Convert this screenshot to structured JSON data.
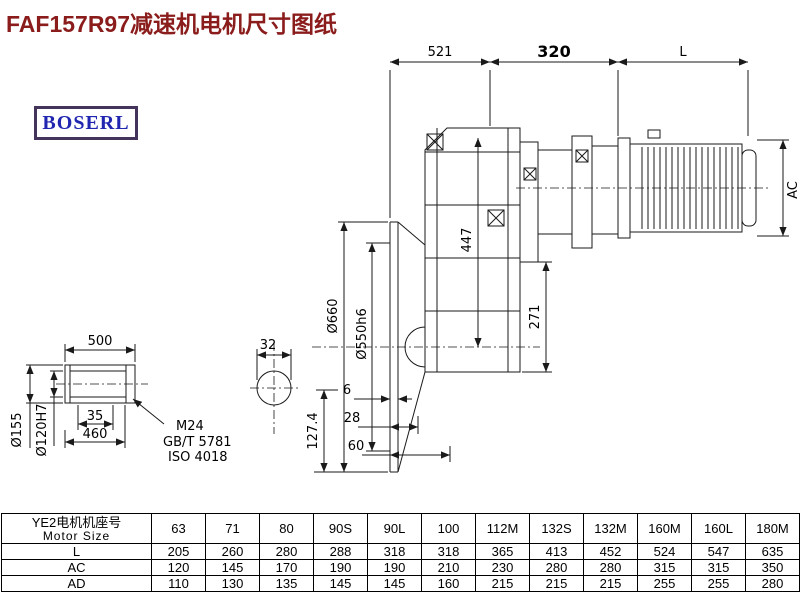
{
  "page": {
    "title": "FAF157R97减速机电机尺寸图纸",
    "logo_text": "BOSERL"
  },
  "dims": {
    "top_521": "521",
    "top_320": "320",
    "top_L": "L",
    "right_AC": "AC",
    "flange_od": "Ø660",
    "spigot_od": "Ø550h6",
    "height_447": "447",
    "height_271": "271",
    "depth_127_4": "127.4",
    "step_6": "6",
    "step_28": "28",
    "step_60": "60",
    "shaft_len_500": "500",
    "shaft_35": "35",
    "shaft_460": "460",
    "shaft_od": "Ø155",
    "shaft_bore": "Ø120H7",
    "shaft_sec_32": "32",
    "thread": "M24",
    "std_gb": "GB/T 5781",
    "std_iso": "ISO 4018"
  },
  "table": {
    "header": {
      "line1": "YE2电机机座号",
      "line2": "Motor Size"
    },
    "sizes": [
      "63",
      "71",
      "80",
      "90S",
      "90L",
      "100",
      "112M",
      "132S",
      "132M",
      "160M",
      "160L",
      "180M"
    ],
    "rows": [
      {
        "label": "L",
        "values": [
          "205",
          "260",
          "280",
          "288",
          "318",
          "318",
          "365",
          "413",
          "452",
          "524",
          "547",
          "635"
        ]
      },
      {
        "label": "AC",
        "values": [
          "120",
          "145",
          "170",
          "190",
          "190",
          "210",
          "230",
          "280",
          "280",
          "315",
          "315",
          "350"
        ]
      },
      {
        "label": "AD",
        "values": [
          "110",
          "130",
          "135",
          "145",
          "145",
          "160",
          "215",
          "215",
          "215",
          "255",
          "255",
          "280"
        ]
      }
    ]
  }
}
